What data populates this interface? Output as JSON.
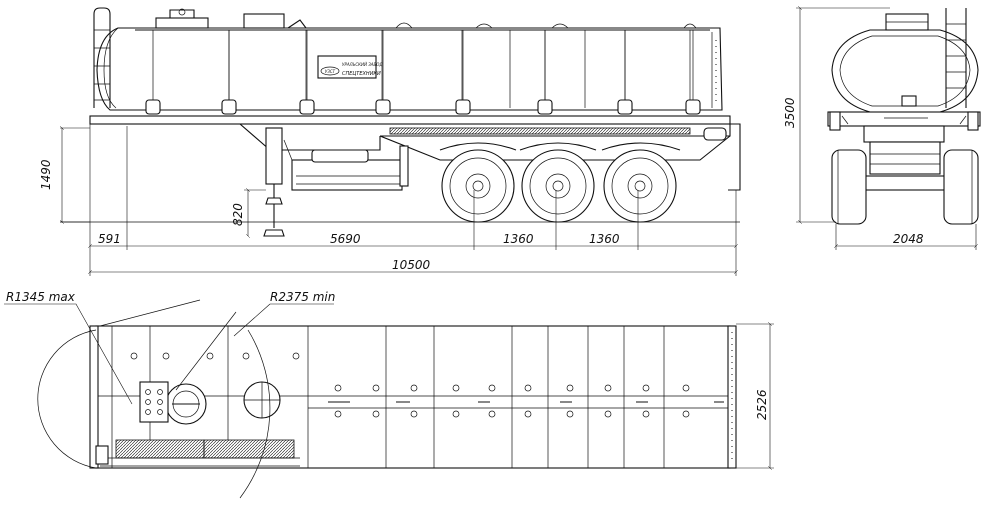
{
  "dimensions": {
    "side_view": {
      "kingpin_offset": "591",
      "kingpin_to_axle": "5690",
      "axle_spacing_1": "1360",
      "axle_spacing_2": "1360",
      "overall_length": "10500",
      "frame_height": "1490",
      "landing_gear_height": "820"
    },
    "rear_view": {
      "overall_height": "3500",
      "width": "2048"
    },
    "top_view": {
      "front_radius": "R1345 max",
      "turning_radius": "R2375 min",
      "overall_width": "2526"
    }
  },
  "tank_plate": {
    "logo": "УЗСТ",
    "line1": "УРАЛЬСКИЙ ЗАВОД",
    "line2": "СПЕЦТЕХНИКИ"
  }
}
